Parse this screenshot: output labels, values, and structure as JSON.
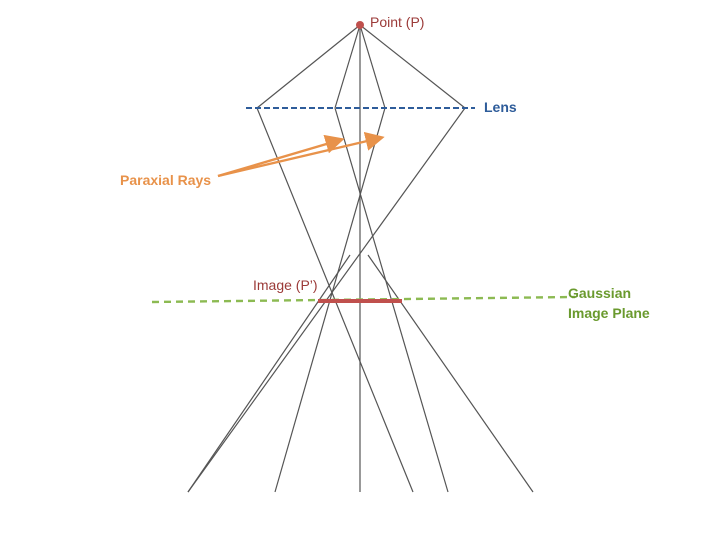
{
  "labels": {
    "point": "Point (P)",
    "lens": "Lens",
    "paraxial": "Paraxial Rays",
    "image": "Image (P’)",
    "gaussian_line1": "Gaussian",
    "gaussian_line2": "Image Plane"
  },
  "colors": {
    "ray": "#555555",
    "point": "#c0504d",
    "image_text": "#9b3a38",
    "lens_line": "#2e5c9a",
    "lens_text": "#2e5c9a",
    "paraxial": "#e8924a",
    "image_bar": "#c0504d",
    "gaussian_line": "#8cba52",
    "gaussian_text": "#6a9a2e"
  }
}
